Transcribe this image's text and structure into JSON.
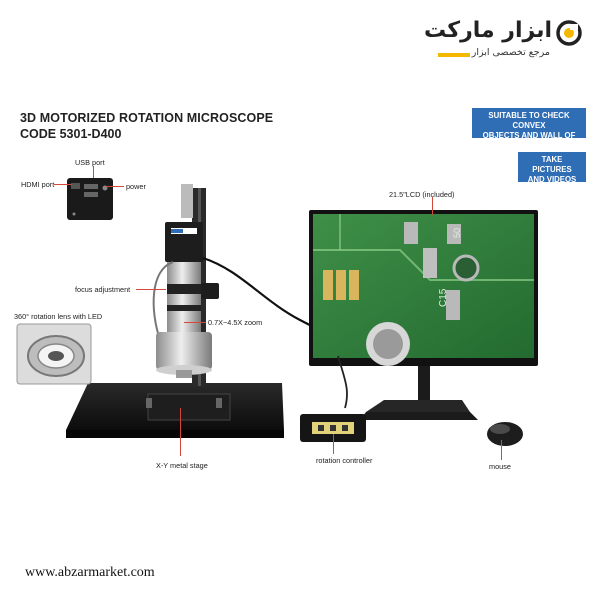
{
  "logo": {
    "name": "ابزار مارکت",
    "tagline": "مرجع تخصصی ابزار",
    "accent": "#f5b800"
  },
  "product": {
    "title": "3D MOTORIZED ROTATION MICROSCOPE",
    "code": "CODE 5301-D400"
  },
  "features": [
    "SUITABLE TO CHECK CONVEX\nOBJECTS AND WALL OF HOLE",
    "TAKE PICTURES\nAND VIDEOS"
  ],
  "labels": {
    "usb_port": "USB port",
    "hdmi_port": "HDMI port",
    "power": "power",
    "focus_adjustment": "focus adjustment",
    "rotation_lens": "360° rotation lens with LED",
    "zoom": "0.7X~4.5X zoom",
    "lcd": "21.5\"LCD (included)",
    "stage": "X-Y metal stage",
    "rotation_controller": "rotation controller",
    "mouse": "mouse"
  },
  "footer": {
    "url": "www.abzarmarket.com"
  },
  "colors": {
    "badge": "#2f6db4",
    "leader": "#d4473b",
    "pcb": "#2e7d3a"
  }
}
